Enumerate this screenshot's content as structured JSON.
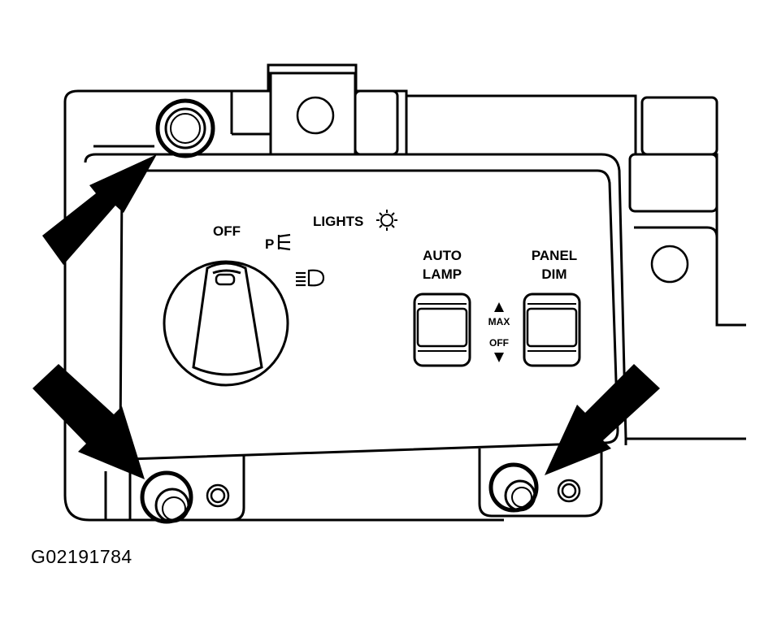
{
  "labels": {
    "off": "OFF",
    "park": "P",
    "lights": "LIGHTS",
    "auto": "AUTO",
    "lamp": "LAMP",
    "panel": "PANEL",
    "dim": "DIM",
    "max": "MAX",
    "off_small": "OFF"
  },
  "figure_id": "G02191784",
  "icons": [
    "parking-light-icon",
    "headlamp-icon",
    "sun-icon",
    "up-arrow-icon",
    "down-arrow-icon",
    "fastener-arrow-icon"
  ]
}
